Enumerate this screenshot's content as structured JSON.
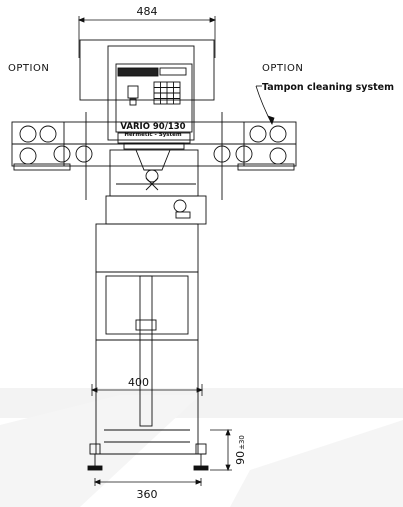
{
  "labels": {
    "option_left": "OPTION",
    "option_right": "OPTION",
    "callout": "Tampon cleaning system",
    "model": "VARIO 90/130",
    "model_sub": "Hermetic - System"
  },
  "dimensions": {
    "width_top": "484",
    "width_frame": "400",
    "width_feet": "360",
    "height_adjust": "90",
    "height_adjust_tol": "±30"
  },
  "colors": {
    "line": "#111111",
    "background": "#ffffff",
    "watermark": "#efefef"
  }
}
